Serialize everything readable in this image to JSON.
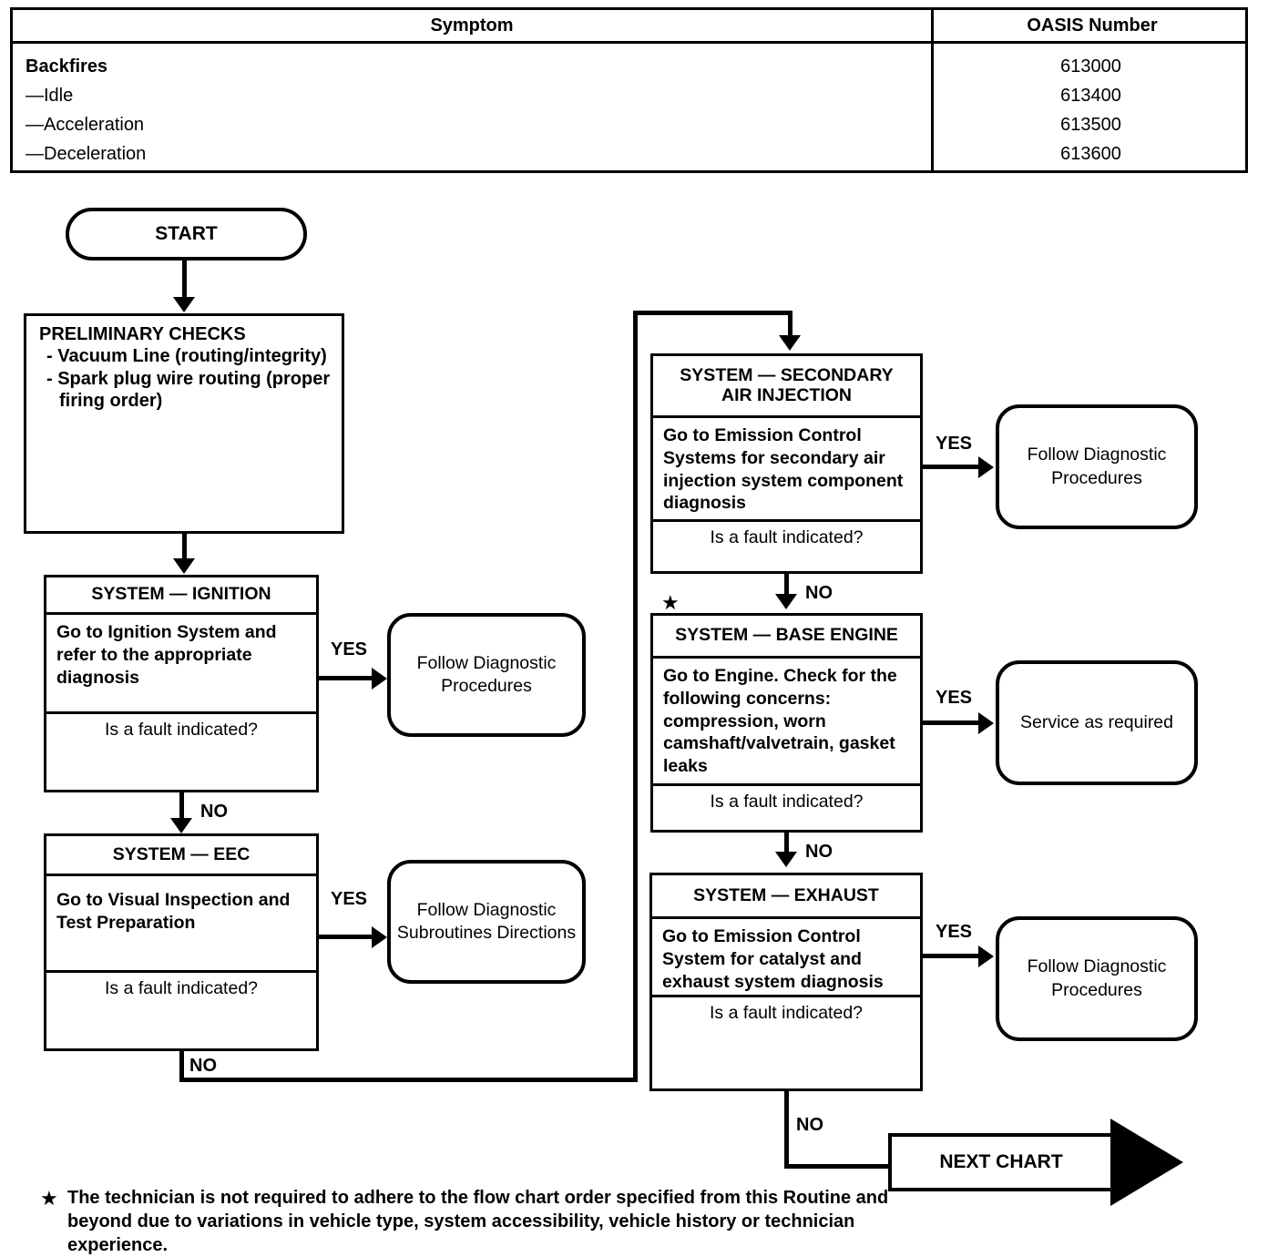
{
  "table": {
    "headers": [
      "Symptom",
      "OASIS Number"
    ],
    "rows": [
      {
        "symptom": "Backfires",
        "oasis": "613000",
        "bold": true
      },
      {
        "symptom": "—Idle",
        "oasis": "613400",
        "bold": false
      },
      {
        "symptom": "—Acceleration",
        "oasis": "613500",
        "bold": false
      },
      {
        "symptom": "—Deceleration",
        "oasis": "613600",
        "bold": false
      }
    ]
  },
  "flow": {
    "start_label": "START",
    "preliminary": {
      "title": "PRELIMINARY CHECKS",
      "line1": "- Vacuum Line (routing/integrity)",
      "line2": "- Spark plug wire routing (proper",
      "line3": "firing order)"
    },
    "ignition": {
      "header": "SYSTEM — IGNITION",
      "body": "Go to Ignition System and refer to the appropriate diagnosis",
      "question": "Is a fault indicated?",
      "yes_label": "YES",
      "no_label": "NO",
      "yes_target": "Follow Diagnostic Procedures"
    },
    "eec": {
      "header": "SYSTEM — EEC",
      "body": "Go to Visual Inspection and Test Preparation",
      "question": "Is a fault indicated?",
      "yes_label": "YES",
      "no_label": "NO",
      "yes_target": "Follow Diagnostic Subroutines Directions"
    },
    "secondary_air": {
      "header_line1": "SYSTEM — SECONDARY",
      "header_line2": "AIR INJECTION",
      "body": "Go to Emission Control Systems for secondary air injection system component diagnosis",
      "question": "Is a fault indicated?",
      "yes_label": "YES",
      "no_label": "NO",
      "yes_target": "Follow Diagnostic Procedures"
    },
    "base_engine": {
      "header": "SYSTEM — BASE ENGINE",
      "body": "Go to Engine. Check for the following concerns: compression, worn camshaft/valvetrain, gasket leaks",
      "question": "Is a fault indicated?",
      "yes_label": "YES",
      "no_label": "NO",
      "yes_target": "Service as required",
      "star": "★"
    },
    "exhaust": {
      "header": "SYSTEM — EXHAUST",
      "body": "Go to Emission Control System for catalyst and exhaust system diagnosis",
      "question": "Is a fault indicated?",
      "yes_label": "YES",
      "no_label": "NO",
      "yes_target": "Follow Diagnostic Procedures"
    },
    "next_chart": "NEXT CHART"
  },
  "footnote": {
    "star": "★",
    "text": "The technician is not required to adhere to the flow chart order specified from this Routine and beyond due to variations in vehicle type, system accessibility, vehicle history or technician experience."
  }
}
